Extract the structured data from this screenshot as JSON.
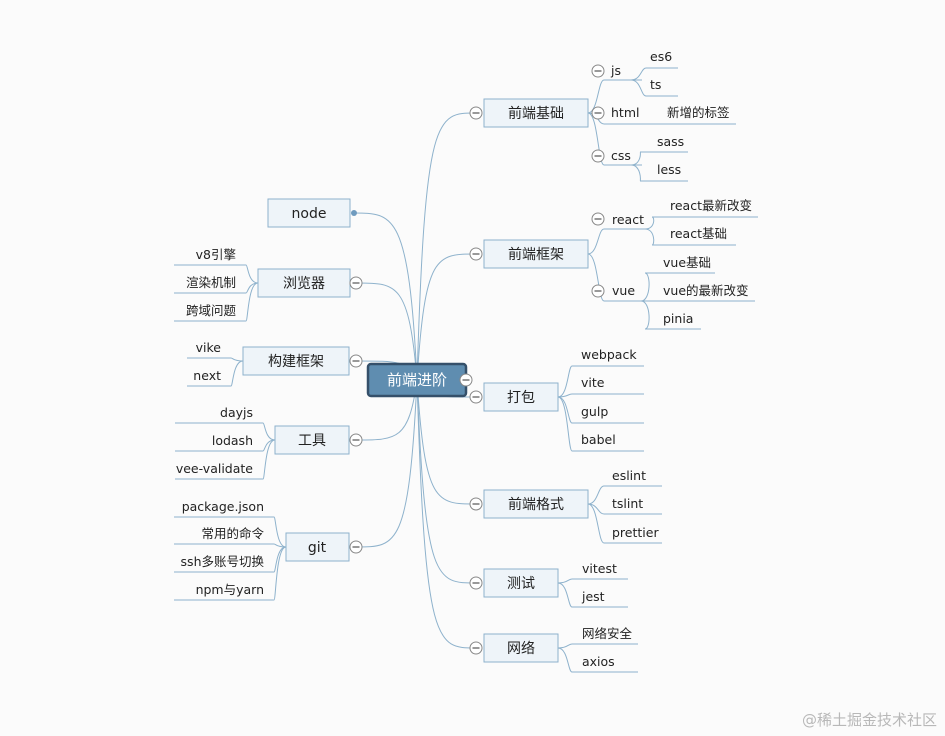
{
  "root": {
    "label": "前端进阶"
  },
  "right": [
    {
      "label": "前端基础",
      "groups": [
        {
          "label": "js",
          "children": [
            "es6",
            "ts"
          ]
        },
        {
          "label": "html",
          "children": [
            "新增的标签"
          ]
        },
        {
          "label": "css",
          "children": [
            "sass",
            "less"
          ]
        }
      ]
    },
    {
      "label": "前端框架",
      "groups": [
        {
          "label": "react",
          "children": [
            "react最新改变",
            "react基础"
          ]
        },
        {
          "label": "vue",
          "children": [
            "vue基础",
            "vue的最新改变",
            "pinia"
          ]
        }
      ]
    },
    {
      "label": "打包",
      "children": [
        "webpack",
        "vite",
        "gulp",
        "babel"
      ]
    },
    {
      "label": "前端格式",
      "children": [
        "eslint",
        "tslint",
        "prettier"
      ]
    },
    {
      "label": "测试",
      "children": [
        "vitest",
        "jest"
      ]
    },
    {
      "label": "网络",
      "children": [
        "网络安全",
        "axios"
      ]
    }
  ],
  "left": [
    {
      "label": "node",
      "children": []
    },
    {
      "label": "浏览器",
      "children": [
        "v8引擎",
        "渲染机制",
        "跨域问题"
      ]
    },
    {
      "label": "构建框架",
      "children": [
        "vike",
        "next"
      ]
    },
    {
      "label": "工具",
      "children": [
        "dayjs",
        "lodash",
        "vee-validate"
      ]
    },
    {
      "label": "git",
      "children": [
        "package.json",
        "常用的命令",
        "ssh多账号切换",
        "npm与yarn"
      ]
    }
  ],
  "watermark": "@稀土掘金技术社区",
  "colors": {
    "line": "#8eb2cc",
    "node_fill": "#eef4f9",
    "node_border": "#8eb2cc",
    "root_fill": "#5f8db0",
    "root_border": "#35506a"
  }
}
